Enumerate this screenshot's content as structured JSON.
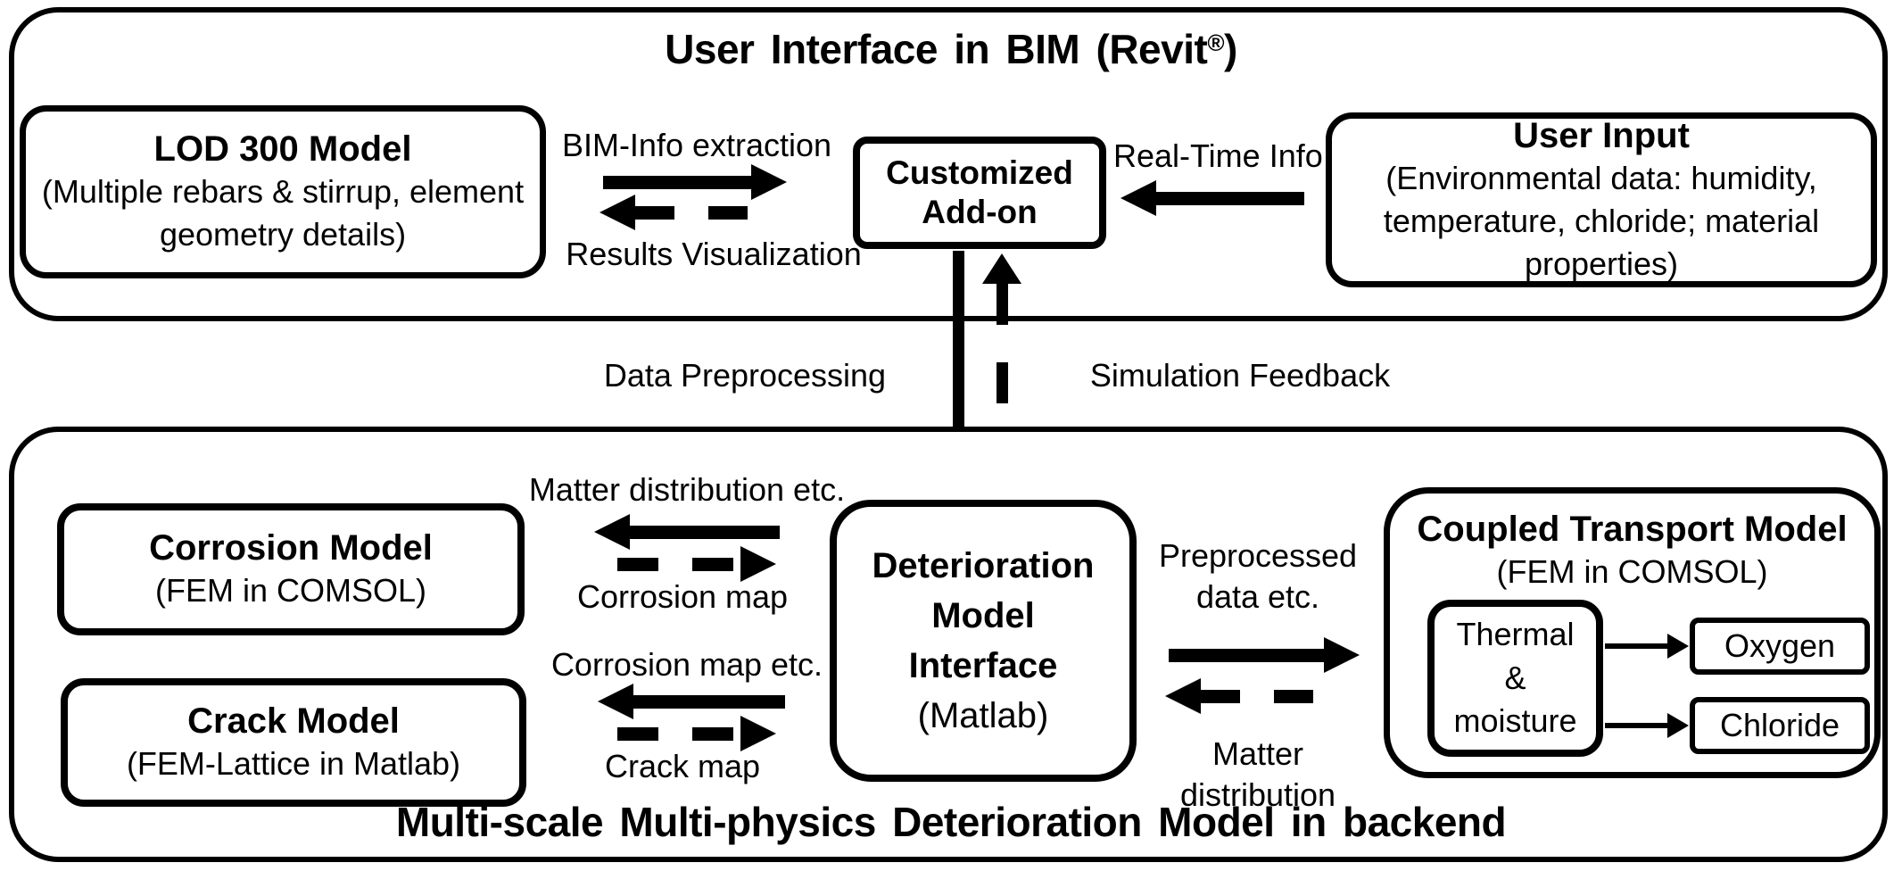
{
  "colors": {
    "ink": "#000000",
    "paper": "#ffffff"
  },
  "top": {
    "title": {
      "text": "User Interface in BIM (Revit",
      "sup": "®",
      "close": ")"
    },
    "lod_box": {
      "title": "LOD 300 Model",
      "desc_lines": [
        "(Multiple rebars & stirrup, element",
        "geometry details)"
      ]
    },
    "addon_box": {
      "lines": [
        "Customized",
        "Add-on"
      ]
    },
    "user_input_box": {
      "title": "User Input",
      "desc_lines": [
        "(Environmental data: humidity,",
        "temperature, chloride; material",
        "properties)"
      ]
    },
    "labels": {
      "bim_info": "BIM-Info extraction",
      "results_vis": "Results Visualization",
      "real_time": "Real-Time Info"
    }
  },
  "middle": {
    "data_preprocessing": "Data Preprocessing",
    "simulation_feedback": "Simulation Feedback"
  },
  "bottom": {
    "title": "Multi-scale Multi-physics Deterioration Model in backend",
    "corrosion_box": {
      "title": "Corrosion Model",
      "subtitle": "(FEM in COMSOL)"
    },
    "crack_box": {
      "title": "Crack Model",
      "subtitle": "(FEM-Lattice in Matlab)"
    },
    "interface_box": {
      "title_lines": [
        "Deterioration",
        "Model",
        "Interface"
      ],
      "subtitle": "(Matlab)"
    },
    "transport_box": {
      "title": "Coupled Transport Model",
      "subtitle": "(FEM in COMSOL)",
      "thermal_lines": [
        "Thermal",
        "&",
        "moisture"
      ],
      "oxygen": "Oxygen",
      "chloride": "Chloride"
    },
    "labels": {
      "matter_dist_etc": "Matter distribution etc.",
      "corrosion_map": "Corrosion map",
      "corrosion_map_etc": "Corrosion map etc.",
      "crack_map": "Crack map",
      "preprocessed_lines": [
        "Preprocessed",
        "data etc."
      ],
      "matter_dist_lines": [
        "Matter",
        "distribution"
      ]
    }
  }
}
